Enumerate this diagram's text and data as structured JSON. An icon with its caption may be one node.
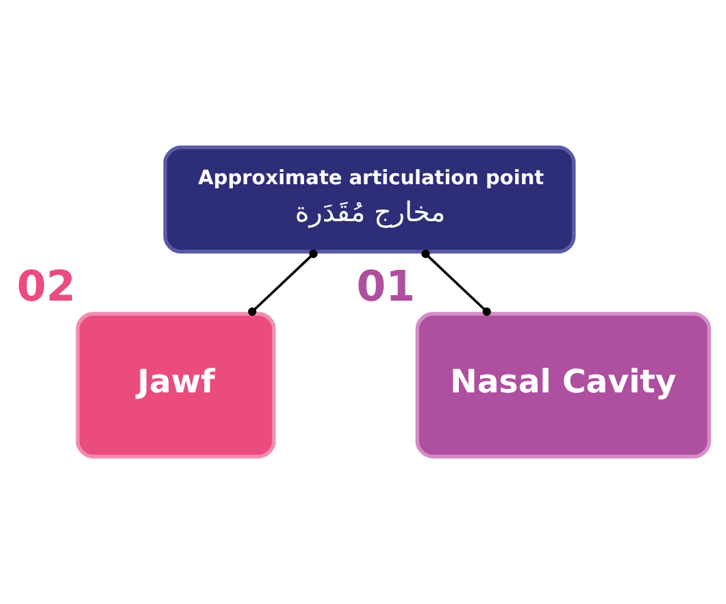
{
  "diagram": {
    "nodes": [
      {
        "text": [
          "Approximate articulation point",
          "مخارج مُقَدَرة"
        ]
      },
      {
        "text": [
          "Jawf"
        ],
        "beside": [
          "02"
        ]
      },
      {
        "text": [
          "Nasal Cavity"
        ],
        "beside": [
          "01"
        ]
      }
    ],
    "edges": [
      {
        "from": 0,
        "to": 1,
        "arrow": "other"
      },
      {
        "from": 0,
        "to": 2,
        "arrow": "other"
      }
    ]
  }
}
